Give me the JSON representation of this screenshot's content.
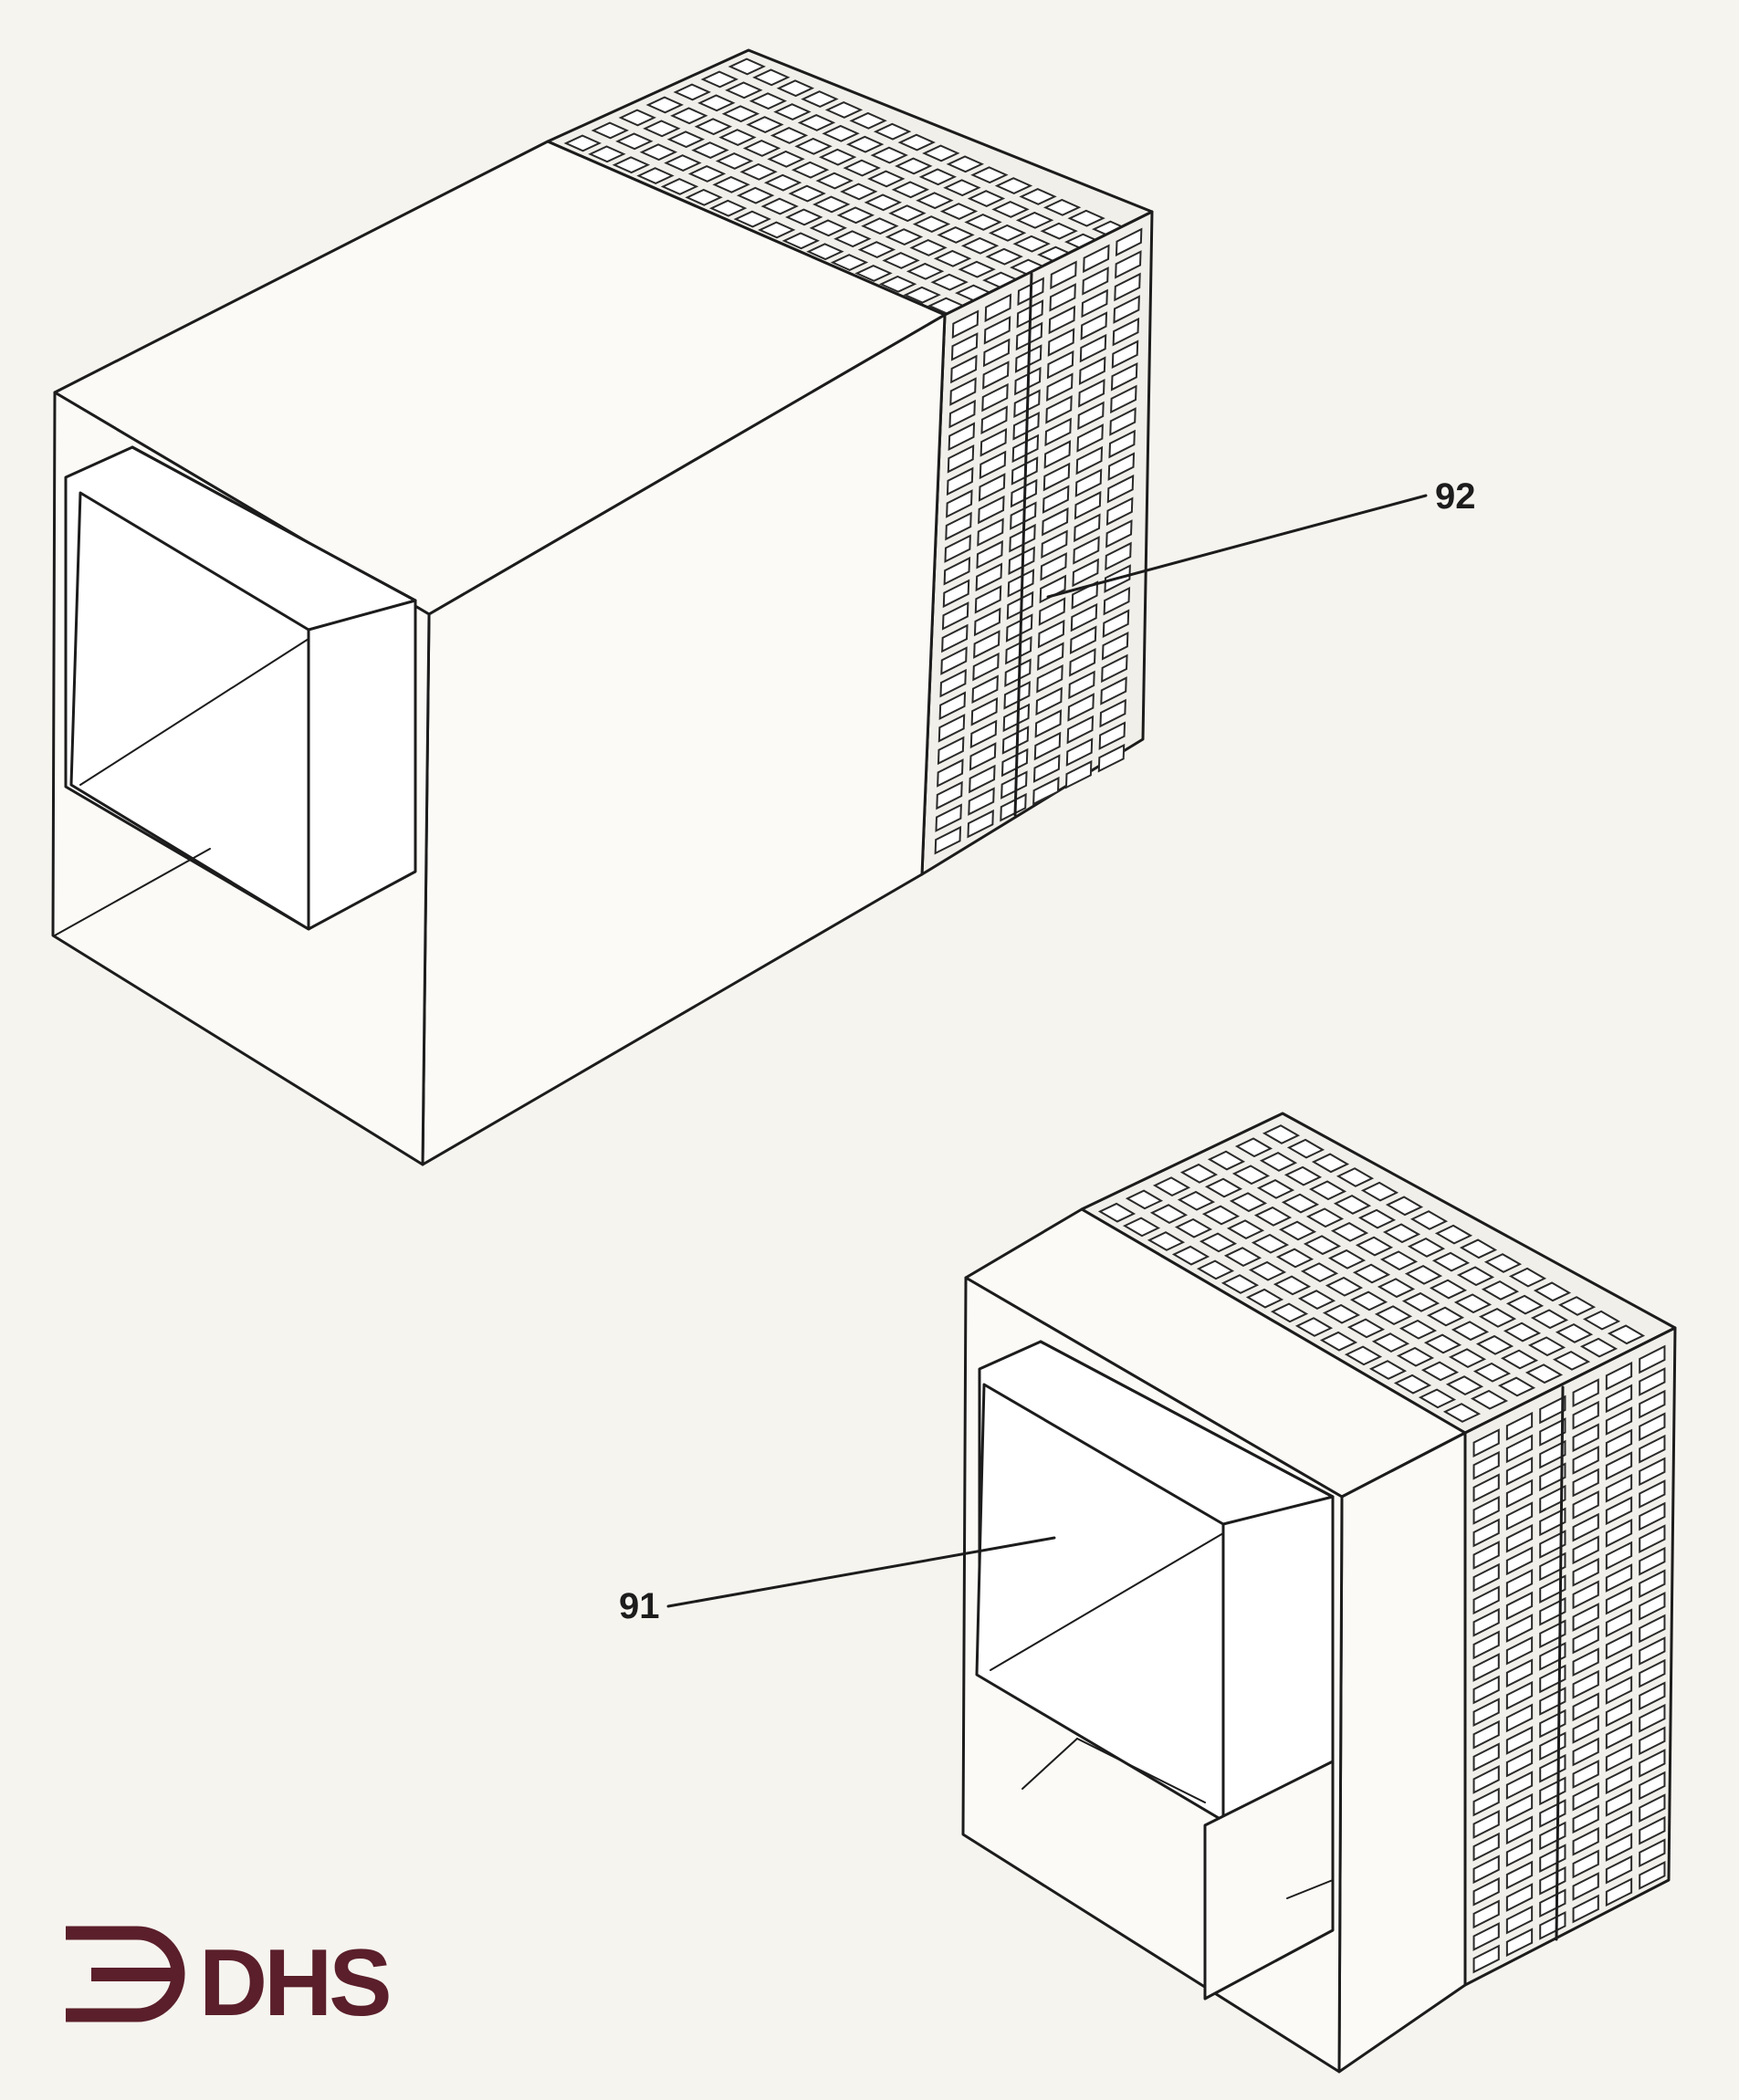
{
  "callouts": [
    {
      "id": "92",
      "label": "92"
    },
    {
      "id": "91",
      "label": "91"
    }
  ],
  "logo": {
    "text": "DHS",
    "color": "#5a1f2a"
  },
  "colors": {
    "ink": "#1c1c1c",
    "paper": "#f6f4ef"
  }
}
